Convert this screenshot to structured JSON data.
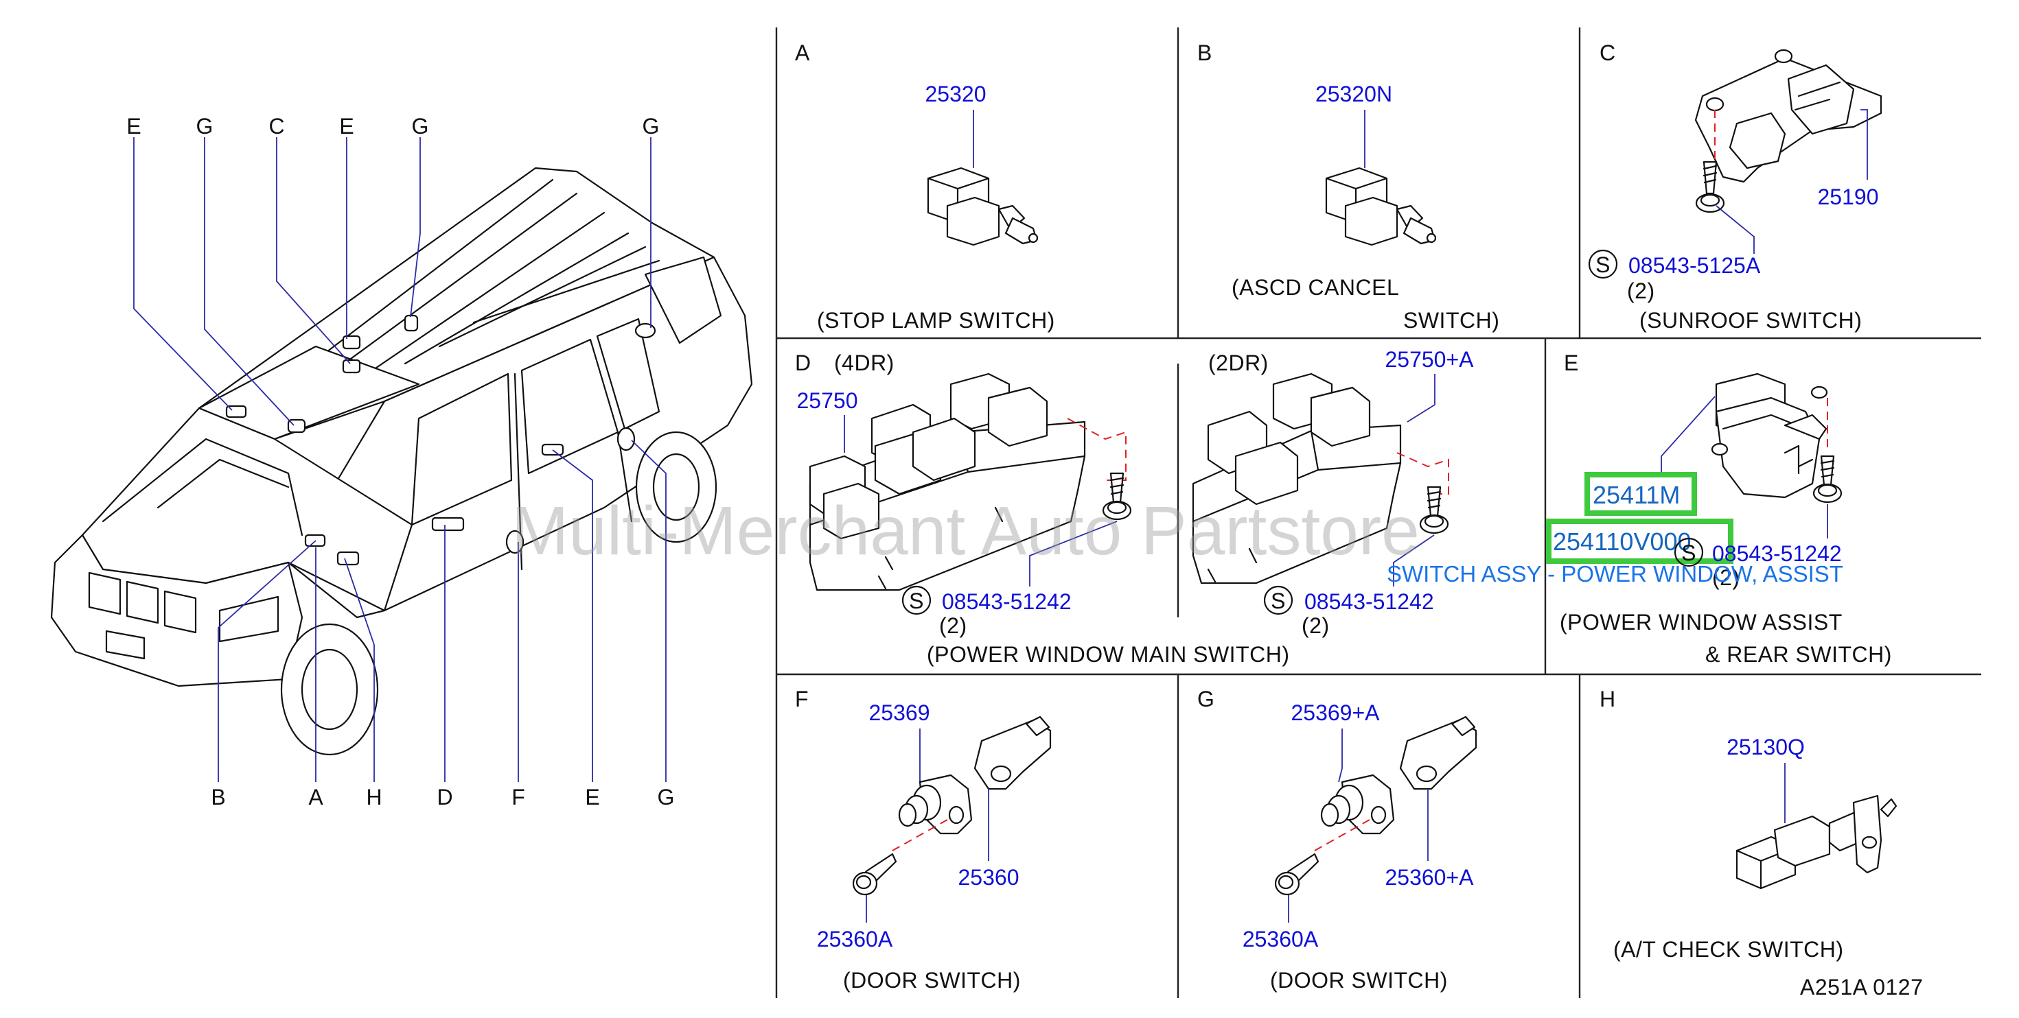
{
  "car_labels": {
    "top": [
      "E",
      "G",
      "C",
      "E",
      "G",
      "G"
    ],
    "bottom": [
      "B",
      "A",
      "H",
      "D",
      "F",
      "E",
      "G"
    ]
  },
  "panels": {
    "A": {
      "letter": "A",
      "part": "25320",
      "caption": "(STOP LAMP SWITCH)"
    },
    "B": {
      "letter": "B",
      "part": "25320N",
      "caption1": "(ASCD CANCEL",
      "caption2": "SWITCH)"
    },
    "C": {
      "letter": "C",
      "part_bracket": "25190",
      "screw_symbol": "S",
      "screw": "08543-5125A",
      "qty": "(2)",
      "caption": "(SUNROOF SWITCH)"
    },
    "D": {
      "letter": "D",
      "variant_4dr": "(4DR)",
      "variant_2dr": "(2DR)",
      "part_4dr": "25750",
      "part_2dr": "25750+A",
      "screw_symbol": "S",
      "screw_4dr": "08543-51242",
      "screw_2dr": "08543-51242",
      "qty_4dr": "(2)",
      "qty_2dr": "(2)",
      "caption": "(POWER WINDOW MAIN SWITCH)"
    },
    "E": {
      "letter": "E",
      "part": "25411M",
      "alt_part": "254110V000",
      "screw_symbol": "S",
      "screw": "08543-51242",
      "qty": "(2)",
      "annotation": "SWITCH ASSY - POWER WINDOW, ASSIST",
      "caption1": "(POWER WINDOW ASSIST",
      "caption2": "& REAR SWITCH)"
    },
    "F": {
      "letter": "F",
      "part_switch": "25369",
      "part_bracket": "25360",
      "part_screw": "25360A",
      "caption": "(DOOR SWITCH)"
    },
    "G": {
      "letter": "G",
      "part_switch": "25369+A",
      "part_bracket": "25360+A",
      "part_screw": "25360A",
      "caption": "(DOOR SWITCH)"
    },
    "H": {
      "letter": "H",
      "part": "25130Q",
      "caption": "(A/T CHECK SWITCH)",
      "code": "A251A 0127"
    }
  },
  "watermark": "Multi-Merchant Auto Partstore",
  "colors": {
    "part_number": "#1010d8",
    "highlight_box": "#3ec93e",
    "annotation": "#1a73e8",
    "dashed_leader": "#e02020"
  }
}
